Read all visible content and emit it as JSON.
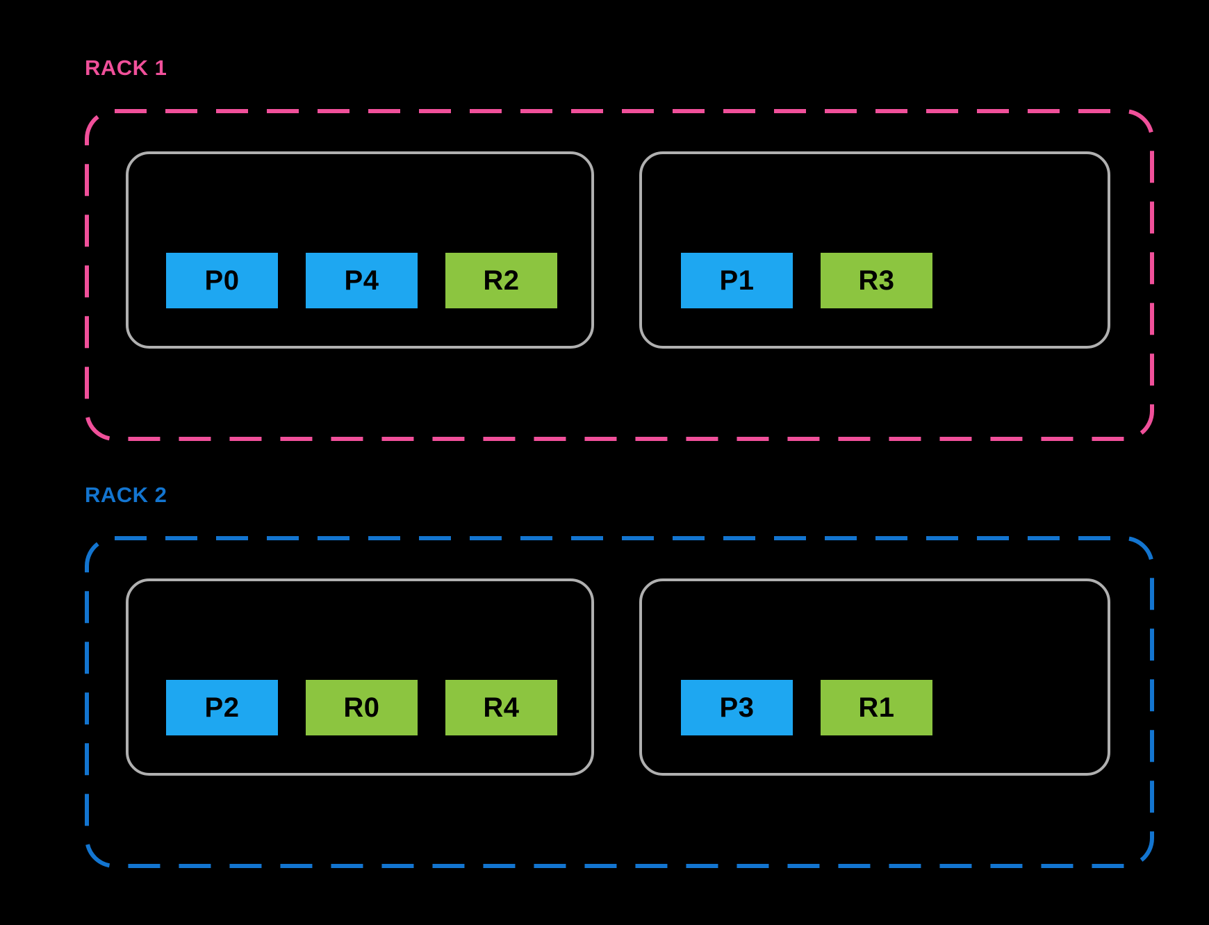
{
  "racks": [
    {
      "label": "RACK 1",
      "accent": "#F0509A",
      "hosts": [
        {
          "slots": [
            {
              "label": "P0",
              "color": "#1EA7F1"
            },
            {
              "label": "P4",
              "color": "#1EA7F1"
            },
            {
              "label": "R2",
              "color": "#8CC540"
            }
          ]
        },
        {
          "slots": [
            {
              "label": "P1",
              "color": "#1EA7F1"
            },
            {
              "label": "R3",
              "color": "#8CC540"
            }
          ]
        }
      ]
    },
    {
      "label": "RACK 2",
      "accent": "#1375D0",
      "hosts": [
        {
          "slots": [
            {
              "label": "P2",
              "color": "#1EA7F1"
            },
            {
              "label": "R0",
              "color": "#8CC540"
            },
            {
              "label": "R4",
              "color": "#8CC540"
            }
          ]
        },
        {
          "slots": [
            {
              "label": "P3",
              "color": "#1EA7F1"
            },
            {
              "label": "R1",
              "color": "#8CC540"
            }
          ]
        }
      ]
    }
  ],
  "colors": {
    "background": "#000000",
    "partition_blue": "#1EA7F1",
    "replica_green": "#8CC540",
    "rack1_accent": "#F0509A",
    "rack2_accent": "#1375D0",
    "host_border": "#B0B0B0",
    "slot_text": "#000000"
  }
}
